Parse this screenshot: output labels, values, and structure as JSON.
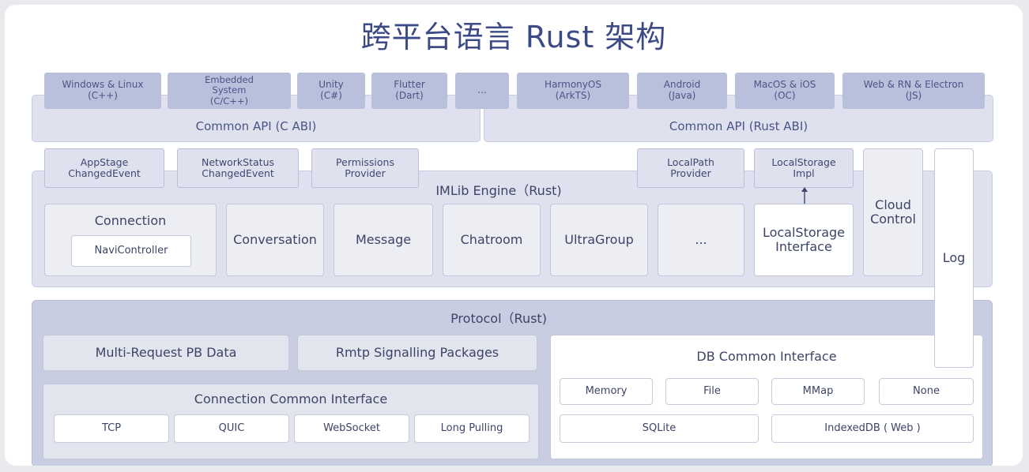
{
  "title": "跨平台语言 Rust 架构",
  "platforms": [
    {
      "id": "windows-linux",
      "label": "Windows & Linux\n(C++)"
    },
    {
      "id": "embedded",
      "label": "Embedded\nSystem\n(C/C++)"
    },
    {
      "id": "unity",
      "label": "Unity\n(C#)"
    },
    {
      "id": "flutter",
      "label": "Flutter\n(Dart)"
    },
    {
      "id": "more",
      "label": "..."
    },
    {
      "id": "harmonyos",
      "label": "HarmonyOS\n(ArkTS)"
    },
    {
      "id": "android",
      "label": "Android\n(Java)"
    },
    {
      "id": "macos-ios",
      "label": "MacOS & iOS\n(OC)"
    },
    {
      "id": "web",
      "label": "Web & RN & Electron\n(JS)"
    }
  ],
  "api": {
    "c_abi": "Common API (C ABI)",
    "rust_abi": "Common API (Rust ABI)"
  },
  "engine": {
    "title": "IMLib Engine（Rust)",
    "tabs": [
      {
        "id": "appstage",
        "label": "AppStage\nChangedEvent"
      },
      {
        "id": "networkstatus",
        "label": "NetworkStatus\nChangedEvent"
      },
      {
        "id": "permissions",
        "label": "Permissions\nProvider"
      },
      {
        "id": "localpath",
        "label": "LocalPath\nProvider"
      },
      {
        "id": "localstorage-impl",
        "label": "LocalStorage\nImpl"
      }
    ],
    "modules": {
      "connection": "Connection",
      "navicontroller": "NaviController",
      "conversation": "Conversation",
      "message": "Message",
      "chatroom": "Chatroom",
      "ultragroup": "UltraGroup",
      "ellipsis": "...",
      "localstorage_interface": "LocalStorage\nInterface"
    },
    "cloud_control": "Cloud\nControl",
    "log": "Log"
  },
  "protocol": {
    "title": "Protocol（Rust)",
    "multi_request": "Multi-Request PB Data",
    "rmtp": "Rmtp Signalling Packages",
    "connection_interface": {
      "title": "Connection Common Interface",
      "items": [
        "TCP",
        "QUIC",
        "WebSocket",
        "Long Pulling"
      ]
    },
    "db_interface": {
      "title": "DB Common Interface",
      "items": [
        "Memory",
        "File",
        "MMap",
        "None",
        "SQLite",
        "IndexedDB ( Web )"
      ]
    }
  }
}
